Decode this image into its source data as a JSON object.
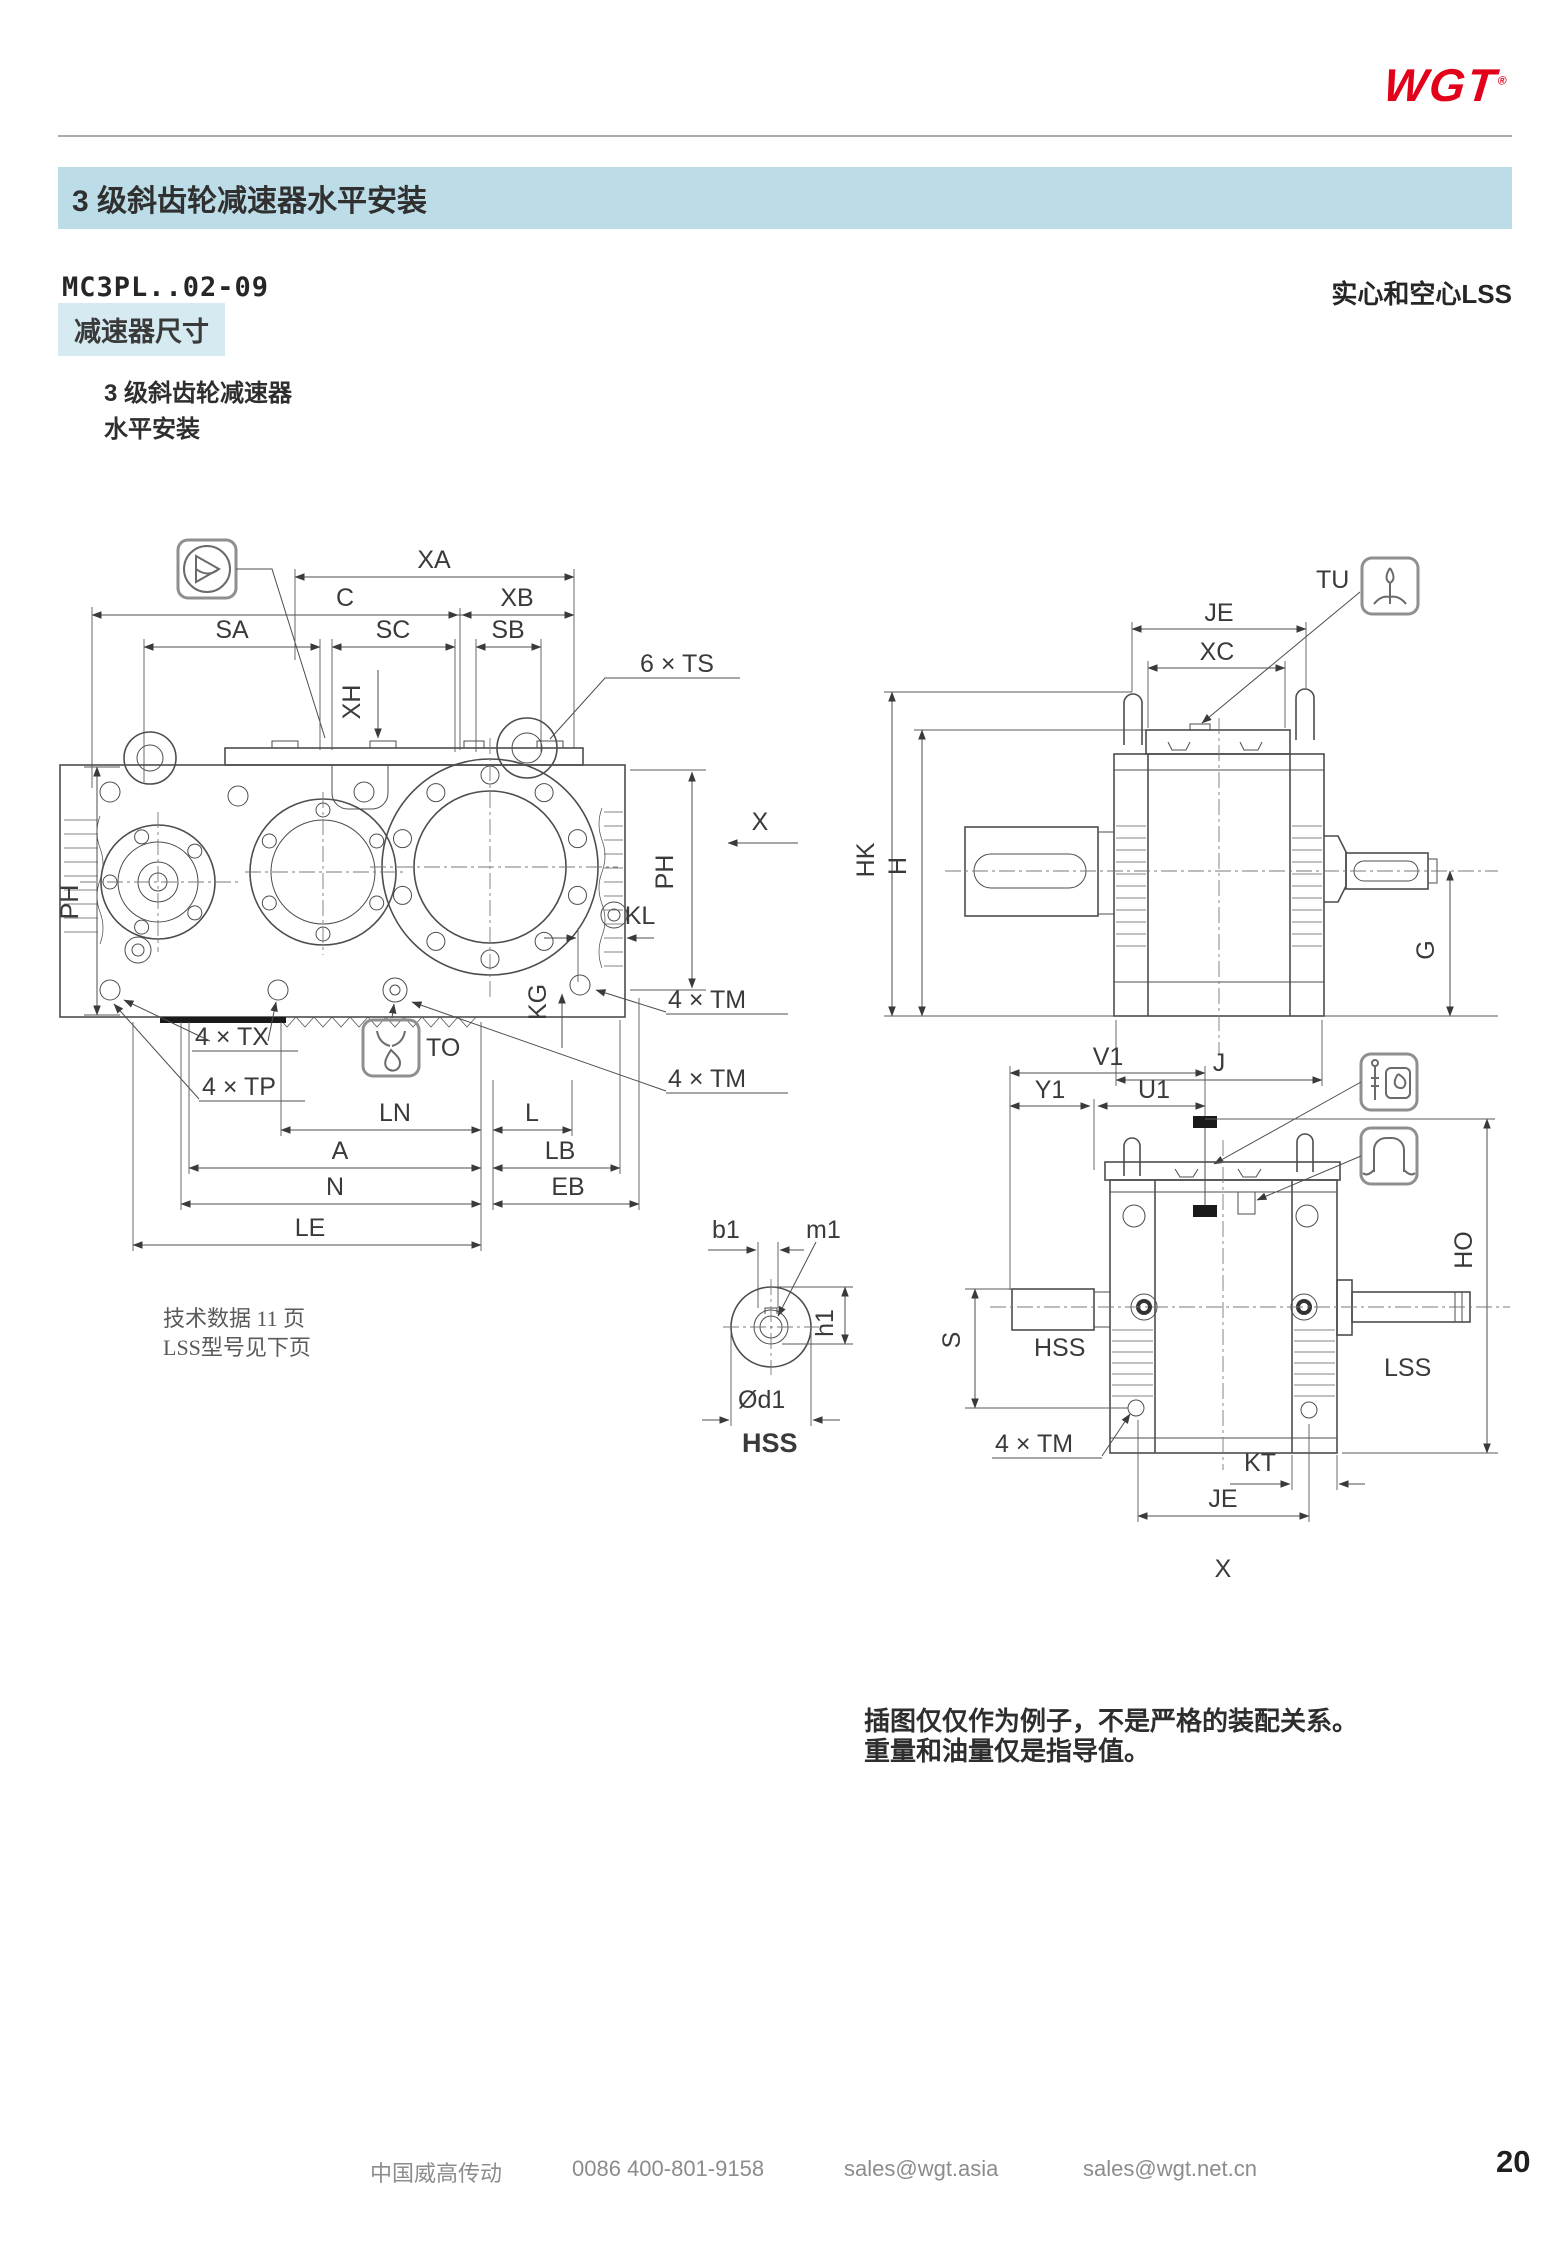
{
  "brand": {
    "logo_text": "WGT",
    "logo_reg": "®",
    "accent_red": "#e2001a"
  },
  "header": {
    "section_title": "3 级斜齿轮减速器水平安装",
    "model_code": "MC3PL..02-09",
    "shaft_variant": "实心和空心LSS",
    "subsection_title": "减速器尺寸"
  },
  "caption": {
    "line1": "3 级斜齿轮减速器",
    "line2": "水平安装"
  },
  "notes": {
    "tech_line1": "技术数据 11 页",
    "tech_line2": "LSS型号见下页",
    "disclaimer_line1": "插图仅仅作为例子，不是严格的装配关系。",
    "disclaimer_line2": "重量和油量仅是指导值。"
  },
  "footer": {
    "company": "中国威高传动",
    "phone": "0086 400-801-9158",
    "email_primary": "sales@wgt.asia",
    "email_secondary": "sales@wgt.net.cn",
    "page_number": "20"
  },
  "drawings": {
    "top_view": {
      "xa": "XA",
      "c": "C",
      "xb": "XB",
      "sa": "SA",
      "sc": "SC",
      "sb": "SB",
      "xh": "XH",
      "ts": "6 × TS",
      "ph": "PH",
      "kl": "KL",
      "x": "X",
      "kg": "KG",
      "to": "TO",
      "tx": "4 × TX",
      "tp": "4 × TP",
      "tm": "4 × TM",
      "ln": "LN",
      "l": "L",
      "a": "A",
      "lb": "LB",
      "n": "N",
      "eb": "EB",
      "le": "LE"
    },
    "side_view": {
      "tu": "TU",
      "je": "JE",
      "xc": "XC",
      "hk": "HK",
      "h": "H",
      "g": "G",
      "j": "J"
    },
    "mount_view": {
      "v1": "V1",
      "y1": "Y1",
      "u1": "U1",
      "ho": "HO",
      "s": "S",
      "hss": "HSS",
      "lss": "LSS",
      "tm": "4 × TM",
      "kt": "KT",
      "je": "JE",
      "x": "X"
    },
    "shaft_detail": {
      "b1": "b1",
      "m1": "m1",
      "h1": "h1",
      "d1": "Ød1",
      "hss": "HSS"
    }
  },
  "icons": {
    "sight_glass": "oil-sight-glass",
    "drain": "oil-drain",
    "breather": "breather-vent",
    "dipstick": "oil-dipstick",
    "bracket": "mounting-clamp"
  },
  "colors": {
    "accent_red": "#e2001a",
    "title_band": "#bcdde7",
    "chip_band": "#d6eaf1",
    "line": "#4d4d4d",
    "text": "#2e2e2e",
    "footer_text": "#8c8c8c"
  }
}
